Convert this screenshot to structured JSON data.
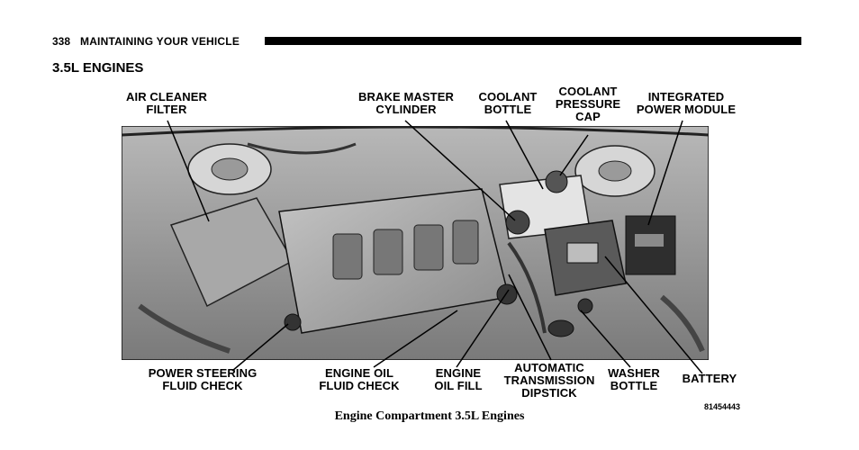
{
  "header": {
    "page_number": "338",
    "running_head": "MAINTAINING YOUR VEHICLE"
  },
  "section_title": "3.5L ENGINES",
  "callouts": {
    "air_cleaner_filter": "AIR CLEANER\nFILTER",
    "brake_master_cylinder": "BRAKE MASTER\nCYLINDER",
    "coolant_bottle": "COOLANT\nBOTTLE",
    "coolant_pressure_cap": "COOLANT\nPRESSURE\nCAP",
    "integrated_power_module": "INTEGRATED\nPOWER MODULE",
    "power_steering_fluid_check": "POWER STEERING\nFLUID CHECK",
    "engine_oil_fluid_check": "ENGINE OIL\nFLUID CHECK",
    "engine_oil_fill": "ENGINE\nOIL FILL",
    "automatic_transmission_dipstick": "AUTOMATIC\nTRANSMISSION\nDIPSTICK",
    "washer_bottle": "WASHER\nBOTTLE",
    "battery": "BATTERY"
  },
  "figure_id": "81454443",
  "caption": "Engine Compartment 3.5L Engines"
}
